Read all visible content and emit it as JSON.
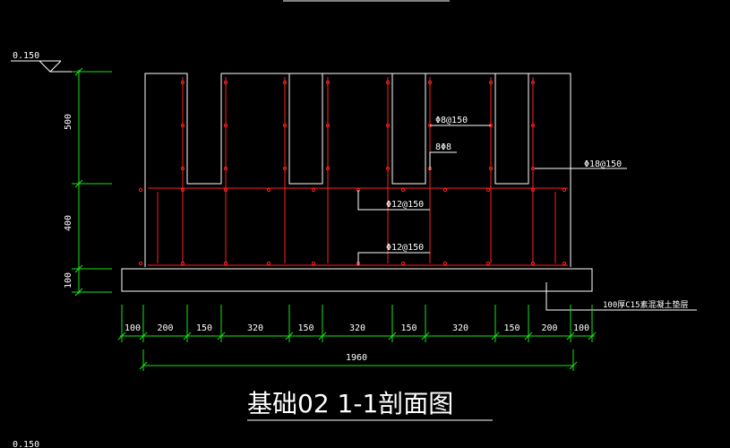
{
  "drawing": {
    "title": "基础02  1-1剖面图",
    "elevation_top": "0.150",
    "elevation_bottom": "0.150",
    "vertical_dims": [
      "500",
      "400",
      "100"
    ],
    "horizontal_dims": [
      "100",
      "200",
      "150",
      "320",
      "150",
      "320",
      "150",
      "320",
      "150",
      "200",
      "100"
    ],
    "overall_dim": "1960",
    "rebar_labels": {
      "stirrup": "Φ8@150",
      "longitudinal": "8Φ8",
      "side": "Φ18@150",
      "upper_mesh": "Φ12@150",
      "lower_mesh": "Φ12@150",
      "bedding": "100厚C15素混凝土垫层"
    }
  }
}
